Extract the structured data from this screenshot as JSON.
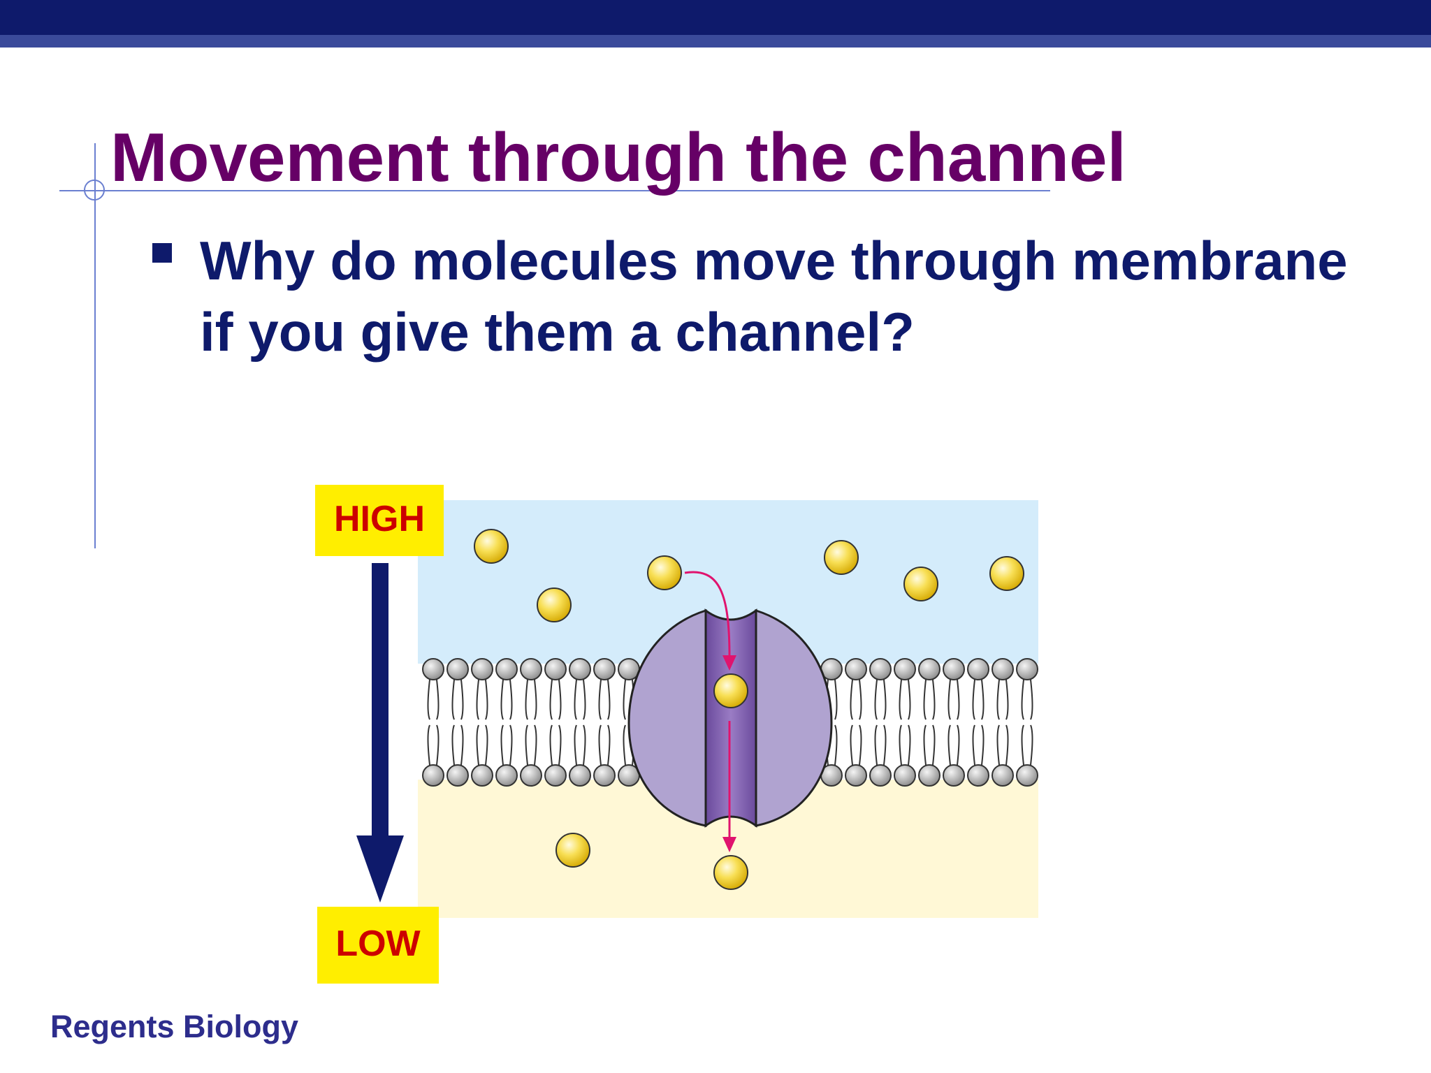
{
  "slide": {
    "title": "Movement through the channel",
    "bullet": "Why do molecules move through membrane if you give them a channel?",
    "footer": "Regents Biology"
  },
  "diagram": {
    "high_label": "HIGH",
    "low_label": "LOW",
    "colors": {
      "top_bar": "#0e1a6b",
      "title": "#660066",
      "text": "#0e1a6b",
      "label_bg": "#ffee00",
      "label_text": "#cc0000",
      "outside": "#d4ecfb",
      "inside": "#fff8d6",
      "protein": "#b0a3d0",
      "molecule": "#f4d030",
      "flow_arrow": "#e0136e",
      "gradient_arrow": "#0e1a6b"
    },
    "icons": [
      "molecule-icon",
      "phospholipid-icon",
      "channel-protein-icon"
    ]
  }
}
